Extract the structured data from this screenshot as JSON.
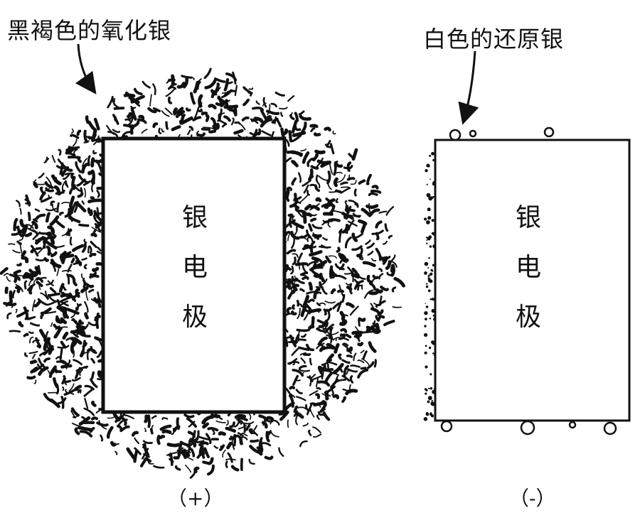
{
  "annotations": {
    "left": "黑褐色的氧化银",
    "right": "白色的还原银"
  },
  "electrodes": {
    "left": {
      "chars": [
        "银",
        "电",
        "极"
      ],
      "polarity": "（+）"
    },
    "right": {
      "chars": [
        "银",
        "电",
        "极"
      ],
      "polarity": "（-）"
    }
  },
  "colors": {
    "ink": "#111111",
    "paper": "#ffffff"
  }
}
